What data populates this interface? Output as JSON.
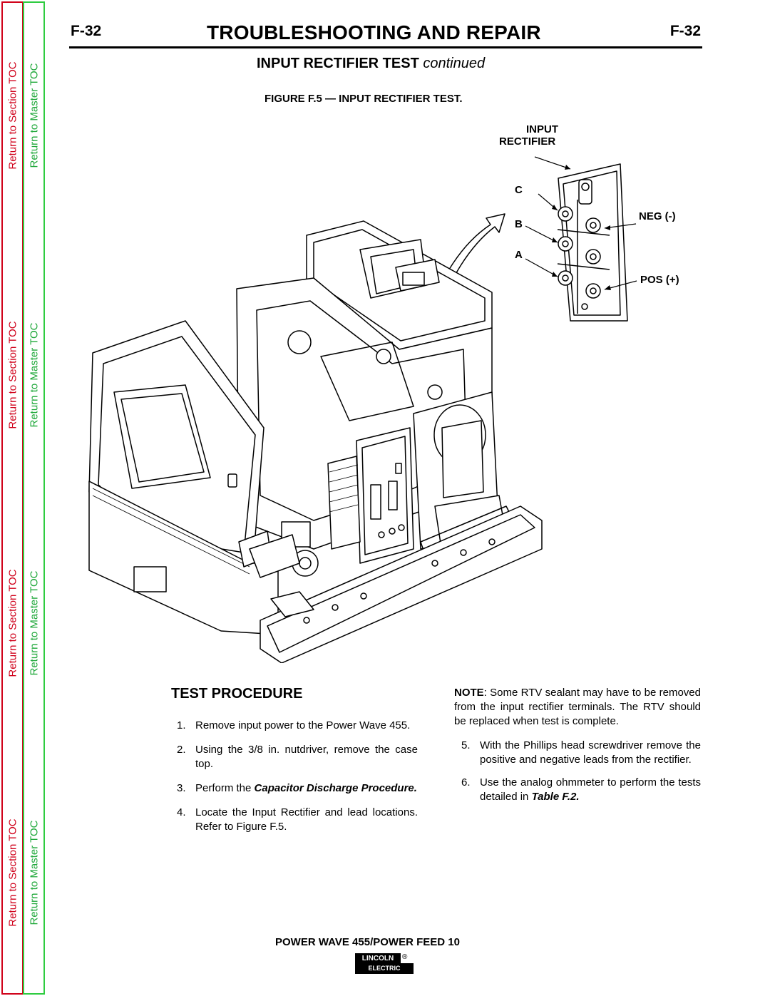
{
  "nav": {
    "section_toc_label": "Return to Section TOC",
    "master_toc_label": "Return to Master TOC",
    "colors": {
      "section": "#d0021b",
      "master": "#2ecc40"
    }
  },
  "header": {
    "page_number": "F-32",
    "title": "TROUBLESHOOTING AND REPAIR"
  },
  "subheader": {
    "title": "INPUT  RECTIFIER  TEST",
    "title_suffix": "continued"
  },
  "figure": {
    "caption": "FIGURE  F.5 — INPUT  RECTIFIER  TEST.",
    "label_input": "INPUT",
    "label_rectifier": "RECTIFIER",
    "terminal_c": "C",
    "terminal_b": "B",
    "terminal_a": "A",
    "neg_label": "NEG (-)",
    "pos_label": "POS (+)"
  },
  "procedure": {
    "heading": "TEST  PROCEDURE",
    "steps": [
      {
        "num": "1.",
        "text": "Remove input power to the Power Wave 455."
      },
      {
        "num": "2.",
        "text": "Using the 3/8 in. nutdriver, remove the case top."
      },
      {
        "num": "3.",
        "text_pre": "Perform the ",
        "text_em": "Capacitor Discharge Procedure."
      },
      {
        "num": "4.",
        "text": "Locate the Input Rectifier and lead locations.  Refer to Figure F.5."
      }
    ],
    "note_label": "NOTE",
    "note_text": ":  Some RTV sealant may have to be removed from the input rectifier terminals. The RTV should be replaced when test is complete.",
    "steps_right": [
      {
        "num": "5.",
        "text": "With the Phillips head screwdriver remove the positive and negative leads from the rectifier."
      },
      {
        "num": "6.",
        "text_pre": "Use the analog ohmmeter to perform the tests detailed in ",
        "text_em": "Table F.2."
      }
    ]
  },
  "footer": {
    "product": "POWER WAVE 455/POWER FEED 10",
    "logo_top": "LINCOLN",
    "logo_reg": "®",
    "logo_bottom": "ELECTRIC"
  }
}
